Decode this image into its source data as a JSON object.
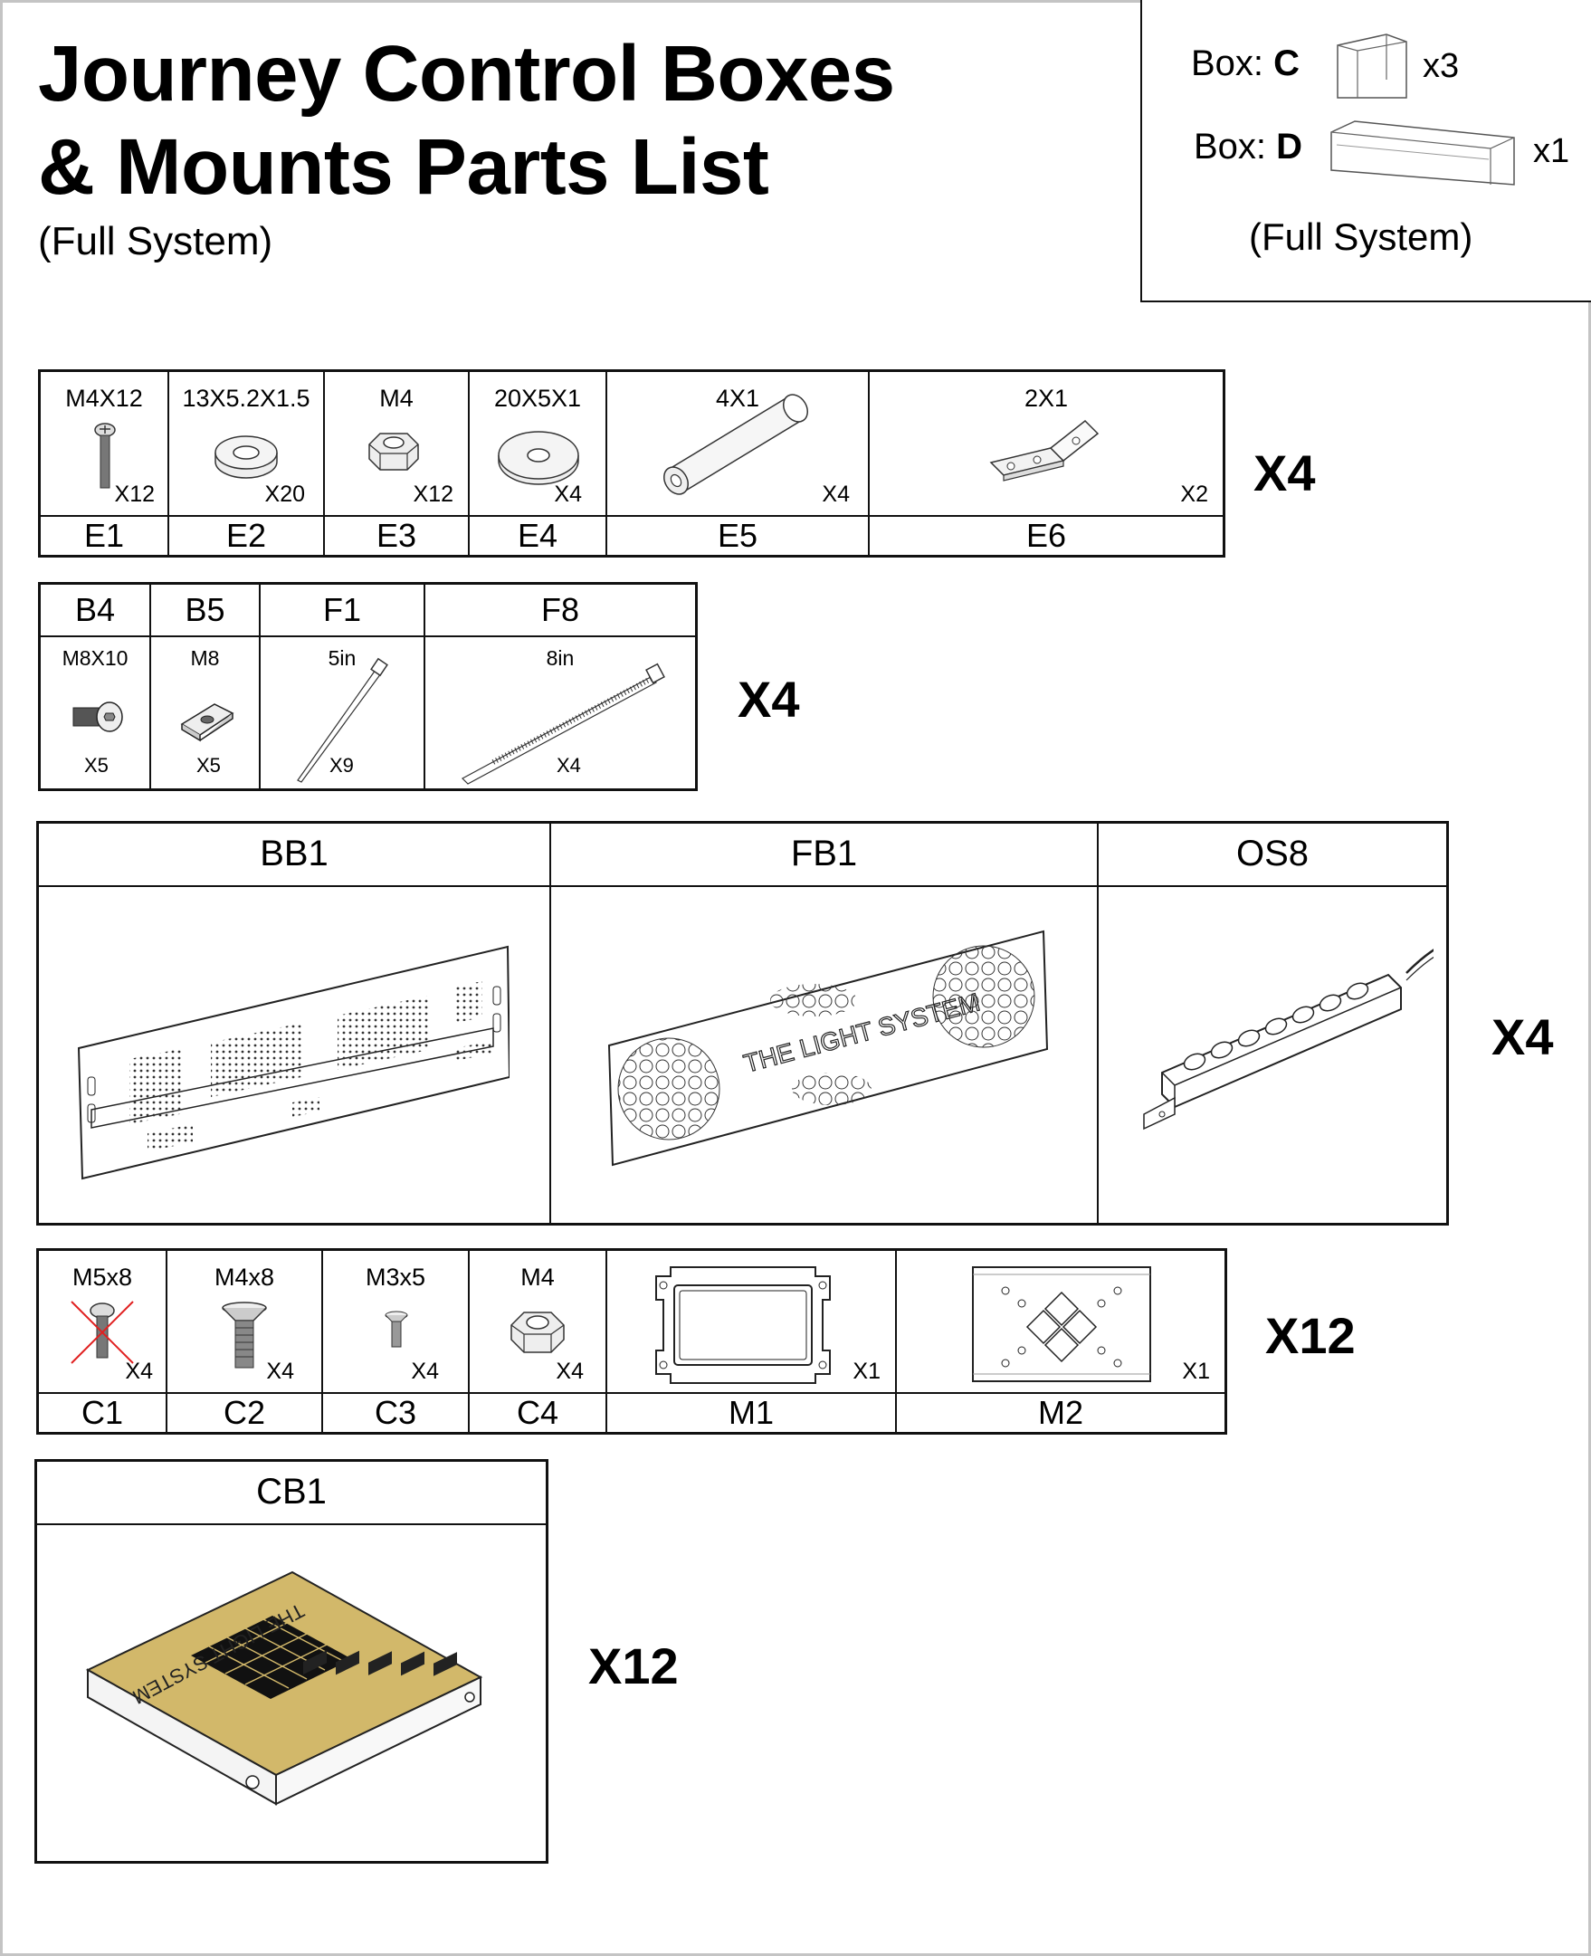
{
  "title_line1": "Journey Control Boxes",
  "title_line2": "& Mounts Parts List",
  "subtitle": "(Full System)",
  "box_info": {
    "box_c_label": "Box:",
    "box_c_letter": "C",
    "box_c_qty": "x3",
    "box_d_label": "Box:",
    "box_d_letter": "D",
    "box_d_qty": "x1",
    "note": "(Full System)"
  },
  "group1": {
    "multiplier": "X4",
    "parts": [
      {
        "code": "E1",
        "spec": "M4X12",
        "qty": "X12",
        "icon": "pan-head-screw-icon"
      },
      {
        "code": "E2",
        "spec": "13X5.2X1.5",
        "qty": "X20",
        "icon": "spacer-washer-icon"
      },
      {
        "code": "E3",
        "spec": "M4",
        "qty": "X12",
        "icon": "hex-nut-icon"
      },
      {
        "code": "E4",
        "spec": "20X5X1",
        "qty": "X4",
        "icon": "flat-washer-icon"
      },
      {
        "code": "E5",
        "spec": "4X1",
        "qty": "X4",
        "icon": "standoff-rod-icon"
      },
      {
        "code": "E6",
        "spec": "2X1",
        "qty": "X2",
        "icon": "angle-bracket-icon"
      }
    ]
  },
  "group2": {
    "multiplier": "X4",
    "parts": [
      {
        "code": "B4",
        "spec": "M8X10",
        "qty": "X5",
        "icon": "button-head-bolt-icon"
      },
      {
        "code": "B5",
        "spec": "M8",
        "qty": "X5",
        "icon": "t-slot-nut-icon"
      },
      {
        "code": "F1",
        "spec": "5in",
        "qty": "X9",
        "icon": "cable-tie-icon"
      },
      {
        "code": "F8",
        "spec": "8in",
        "qty": "X4",
        "icon": "long-cable-tie-icon"
      }
    ]
  },
  "group3": {
    "multiplier": "X4",
    "parts": [
      {
        "code": "BB1",
        "icon": "back-panel-icon"
      },
      {
        "code": "FB1",
        "icon": "front-panel-icon",
        "engraving": "THE LIGHT SYSTEM"
      },
      {
        "code": "OS8",
        "icon": "power-strip-icon"
      }
    ]
  },
  "group4": {
    "multiplier": "X12",
    "parts": [
      {
        "code": "C1",
        "spec": "M5x8",
        "qty": "X4",
        "icon": "crossed-out-screw-icon"
      },
      {
        "code": "C2",
        "spec": "M4x8",
        "qty": "X4",
        "icon": "countersunk-screw-icon"
      },
      {
        "code": "C3",
        "spec": "M3x5",
        "qty": "X4",
        "icon": "small-screw-icon"
      },
      {
        "code": "C4",
        "spec": "M4",
        "qty": "X4",
        "icon": "hex-nut-icon"
      },
      {
        "code": "M1",
        "qty": "X1",
        "icon": "mounting-frame-icon"
      },
      {
        "code": "M2",
        "qty": "X1",
        "icon": "mounting-plate-icon"
      }
    ]
  },
  "group5": {
    "multiplier": "X12",
    "parts": [
      {
        "code": "CB1",
        "icon": "control-box-icon",
        "engraving": "THE LIGHT SYSTEM"
      }
    ]
  },
  "colors": {
    "control_box_top": "#d2b86a",
    "line": "#111111",
    "cross_mark": "#e02020"
  }
}
